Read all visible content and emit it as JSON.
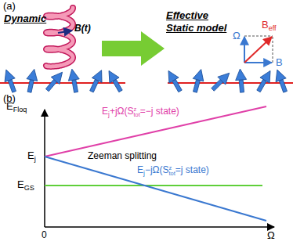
{
  "diagram": {
    "labels": [
      "(a)",
      "Dynamic",
      "B(t)",
      "Effective Static model",
      "Ω",
      "B",
      "eff",
      "B",
      "(b)",
      "E",
      "Floq",
      "E",
      "j",
      "E",
      "GS",
      "0",
      "Ω",
      "Zeeman splitting",
      "E",
      "j",
      "+jΩ(",
      "S",
      "z",
      "tot",
      "=−j state)",
      "E",
      "j",
      "−jΩ(",
      "S",
      "z",
      "tot",
      "=j state)"
    ]
  }
}
